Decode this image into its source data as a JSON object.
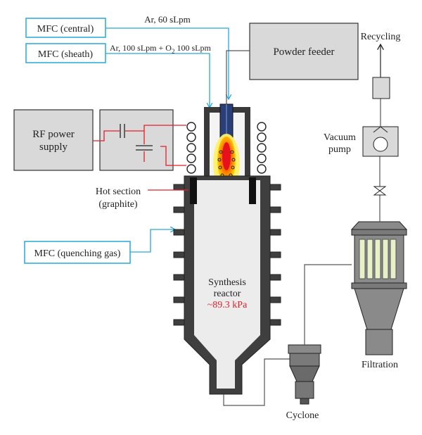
{
  "mfc": {
    "central": "MFC (central)",
    "sheath": "MFC (sheath)",
    "quench": "MFC (quenching gas)"
  },
  "gas": {
    "central_flow": "Ar, 60 sLpm",
    "sheath_prefix": "Ar, 100 sLpm + O",
    "sheath_subscript": "2",
    "sheath_suffix": "  100 sLpm"
  },
  "equipment": {
    "powder_feeder": "Powder feeder",
    "rf_power_line1": "RF power",
    "rf_power_line2": "supply",
    "vacuum_pump_line1": "Vacuum",
    "vacuum_pump_line2": "pump",
    "recycling": "Recycling",
    "filtration": "Filtration",
    "cyclone": "Cyclone"
  },
  "reactor": {
    "hot_section_line1": "Hot section",
    "hot_section_line2": "(graphite)",
    "name_line1": "Synthesis",
    "name_line2": "reactor",
    "pressure": "~89.3 kPa"
  },
  "colors": {
    "gas_line": "#29a8d8",
    "rf_line": "#e0202a",
    "box_fill": "#d9d9d9",
    "reactor_wall": "#444444",
    "reactor_inner": "#ececec",
    "pressure_text": "#e0202a"
  }
}
